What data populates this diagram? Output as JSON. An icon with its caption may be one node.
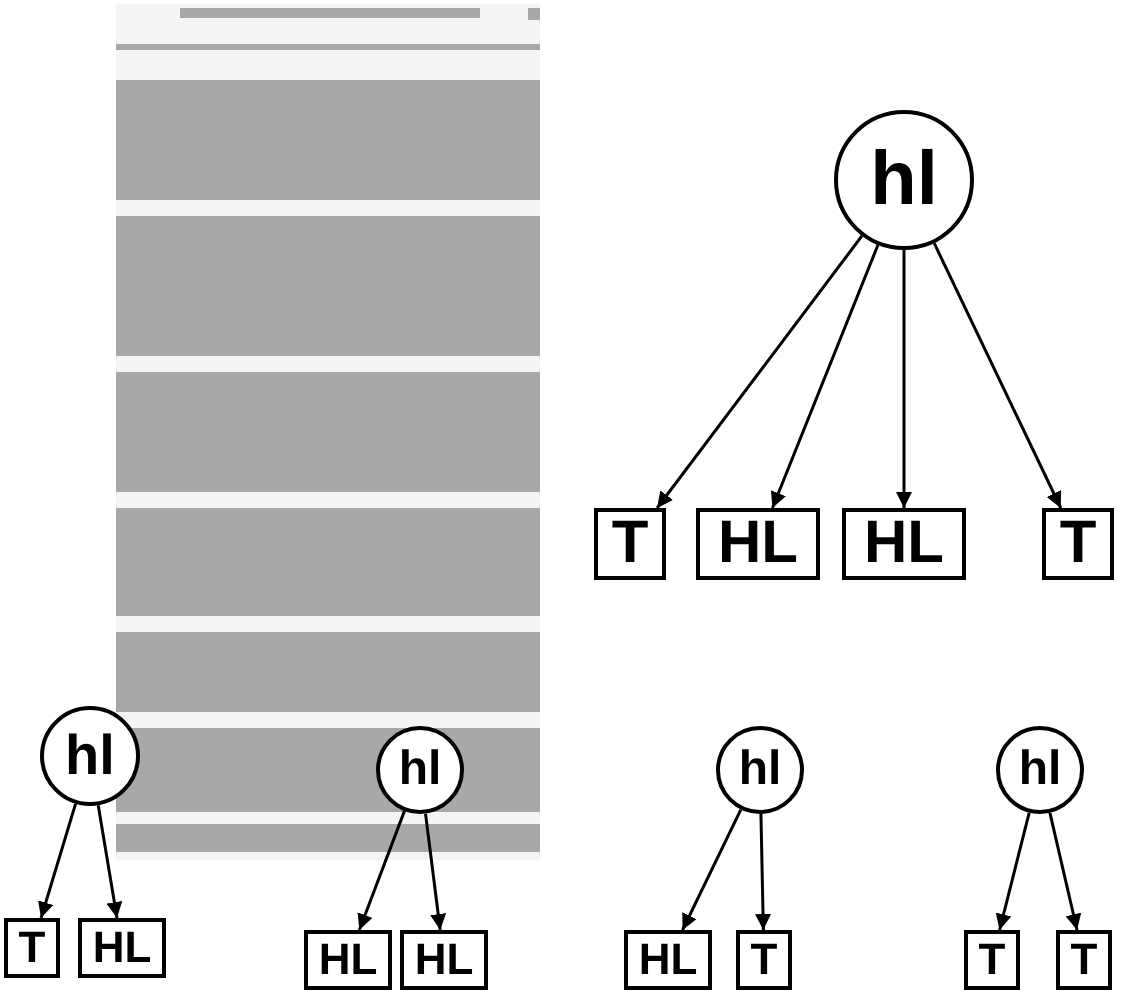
{
  "diagram": {
    "nodes": [
      {
        "text": [
          "hl"
        ]
      },
      {
        "text": [
          "T"
        ]
      },
      {
        "text": [
          "HL"
        ]
      },
      {
        "text": [
          "HL"
        ]
      },
      {
        "text": [
          "T"
        ]
      },
      {
        "text": [
          "hl"
        ]
      },
      {
        "text": [
          "T"
        ]
      },
      {
        "text": [
          "HL"
        ]
      },
      {
        "text": [
          "hl"
        ]
      },
      {
        "text": [
          "HL"
        ]
      },
      {
        "text": [
          "HL"
        ]
      },
      {
        "text": [
          "hl"
        ]
      },
      {
        "text": [
          "HL"
        ]
      },
      {
        "text": [
          "T"
        ]
      },
      {
        "text": [
          "hl"
        ]
      },
      {
        "text": [
          "T"
        ]
      },
      {
        "text": [
          "T"
        ]
      }
    ],
    "edges": [
      {
        "from": 0,
        "to": 1,
        "arrow": "to"
      },
      {
        "from": 0,
        "to": 2,
        "arrow": "to"
      },
      {
        "from": 0,
        "to": 3,
        "arrow": "to"
      },
      {
        "from": 0,
        "to": 4,
        "arrow": "to"
      },
      {
        "from": 5,
        "to": 6,
        "arrow": "to"
      },
      {
        "from": 5,
        "to": 7,
        "arrow": "to"
      },
      {
        "from": 8,
        "to": 9,
        "arrow": "to"
      },
      {
        "from": 8,
        "to": 10,
        "arrow": "to"
      },
      {
        "from": 11,
        "to": 12,
        "arrow": "to"
      },
      {
        "from": 11,
        "to": 13,
        "arrow": "to"
      },
      {
        "from": 14,
        "to": 15,
        "arrow": "to"
      },
      {
        "from": 14,
        "to": 16,
        "arrow": "to"
      }
    ]
  }
}
